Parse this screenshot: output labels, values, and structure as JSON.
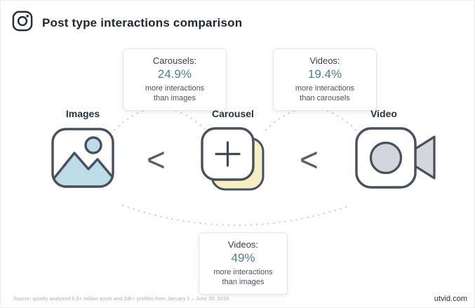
{
  "header": {
    "title": "Post type interactions comparison",
    "logo_icon": "instagram-icon"
  },
  "nodes": [
    {
      "label": "Images",
      "icon": "image-photo-icon"
    },
    {
      "label": "Carousel",
      "icon": "carousel-stack-icon"
    },
    {
      "label": "Video",
      "icon": "video-camera-icon"
    }
  ],
  "operators": {
    "less_than_1": "<",
    "less_than_2": "<"
  },
  "callouts": [
    {
      "title": "Carousels:",
      "value": "24.9%",
      "desc_line1": "more interactions",
      "desc_line2": "than images"
    },
    {
      "title": "Videos:",
      "value": "19.4%",
      "desc_line1": "more interactions",
      "desc_line2": "than carousels"
    },
    {
      "title": "Videos:",
      "value": "49%",
      "desc_line1": "more interactions",
      "desc_line2": "than images"
    }
  ],
  "footer": {
    "source": "Source: quintly analyzed 5.3+ million posts and 34k+ profiles from January 1 – June 30, 2019"
  },
  "watermark": "utvid.com",
  "colors": {
    "accent_value": "#4c7f93",
    "light_blue_fill": "#bcdde8",
    "cream_fill": "#f6eec5",
    "gray_fill": "#d3d7dc",
    "outline_dark": "#47505c",
    "dotted_arc": "#c6cbd1"
  }
}
